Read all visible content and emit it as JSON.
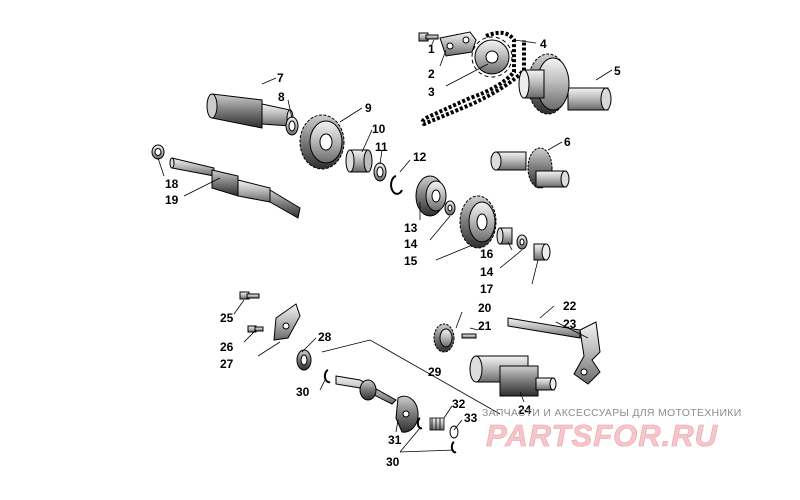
{
  "callouts": [
    {
      "id": "c1",
      "text": "1"
    },
    {
      "id": "c2",
      "text": "2"
    },
    {
      "id": "c3",
      "text": "3"
    },
    {
      "id": "c4",
      "text": "4"
    },
    {
      "id": "c5",
      "text": "5"
    },
    {
      "id": "c6",
      "text": "6"
    },
    {
      "id": "c7",
      "text": "7"
    },
    {
      "id": "c8",
      "text": "8"
    },
    {
      "id": "c9",
      "text": "9"
    },
    {
      "id": "c10",
      "text": "10"
    },
    {
      "id": "c11",
      "text": "11"
    },
    {
      "id": "c12",
      "text": "12"
    },
    {
      "id": "c13",
      "text": "13"
    },
    {
      "id": "c14a",
      "text": "14"
    },
    {
      "id": "c14b",
      "text": "14"
    },
    {
      "id": "c15",
      "text": "15"
    },
    {
      "id": "c16",
      "text": "16"
    },
    {
      "id": "c17",
      "text": "17"
    },
    {
      "id": "c18",
      "text": "18"
    },
    {
      "id": "c19",
      "text": "19"
    },
    {
      "id": "c20",
      "text": "20"
    },
    {
      "id": "c21",
      "text": "21"
    },
    {
      "id": "c22",
      "text": "22"
    },
    {
      "id": "c23",
      "text": "23"
    },
    {
      "id": "c24",
      "text": "24"
    },
    {
      "id": "c25",
      "text": "25"
    },
    {
      "id": "c26",
      "text": "26"
    },
    {
      "id": "c27",
      "text": "27"
    },
    {
      "id": "c28",
      "text": "28"
    },
    {
      "id": "c29",
      "text": "29"
    },
    {
      "id": "c30a",
      "text": "30"
    },
    {
      "id": "c30b",
      "text": "30"
    },
    {
      "id": "c31",
      "text": "31"
    },
    {
      "id": "c32",
      "text": "32"
    },
    {
      "id": "c33",
      "text": "33"
    }
  ],
  "watermark": {
    "tagline": "ЗАПЧАСТИ И АКСЕССУАРЫ ДЛЯ МОТОТЕХНИКИ",
    "logo": "PARTSFOR.RU",
    "color": "#f7c6ca"
  }
}
